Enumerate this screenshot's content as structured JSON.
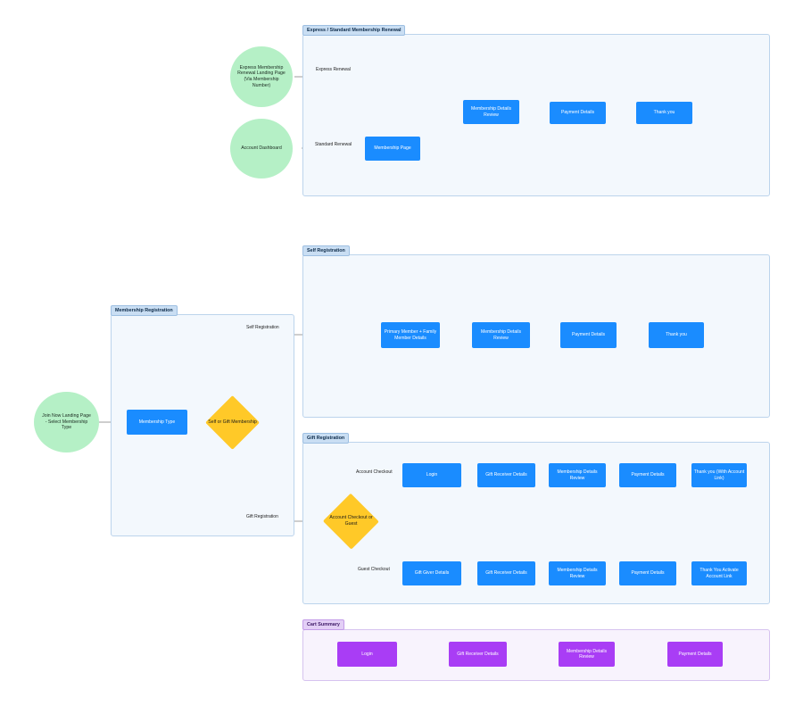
{
  "groups": {
    "express": "Express / Standard Membership Renewal",
    "self": "Self Registration",
    "membership": "Membership Registration",
    "gift": "Gift Registration",
    "cart": "Cart Summary"
  },
  "nodes": {
    "express_landing": "Express Membership Renewal Landing Page (Via Membership Number)",
    "account_dashboard": "Account Dashboard",
    "membership_page": "Membership Page",
    "renew_review": "Membership Details Review",
    "renew_payment": "Payment Details",
    "renew_thanks": "Thank you",
    "join_landing": "Join Now Landing Page - Select Membership Type",
    "membership_type": "Membership Type",
    "self_or_gift": "Self or Gift Membership",
    "self_primary": "Primary Member + Family Member Details",
    "self_review": "Membership Details Review",
    "self_payment": "Payment Details",
    "self_thanks": "Thank you",
    "gift_decision": "Account Checkout or Guest",
    "acct_login": "Login",
    "acct_receiver": "Gift Receiver Details",
    "acct_review": "Membership Details Review",
    "acct_payment": "Payment Details",
    "acct_thanks": "Thank you (With Account Link)",
    "guest_giver": "Gift Giver Details",
    "guest_receiver": "Gift Receiver Details",
    "guest_review": "Membership Details Review",
    "guest_payment": "Payment Details",
    "guest_thanks": "Thank You Activate Account Link",
    "cart_login": "Login",
    "cart_receiver": "Gift Receiver Details",
    "cart_review": "Membership Details Review",
    "cart_payment": "Payment Details"
  },
  "edge_labels": {
    "express_renewal": "Express Renewal",
    "standard_renewal": "Standard Renewal",
    "self_registration": "Self Registration",
    "gift_registration": "Gift Registration",
    "account_checkout": "Account Checkout",
    "guest_checkout": "Guest Checkout"
  },
  "colors": {
    "process": "#1a8cff",
    "start": "#b5f0c6",
    "decision": "#ffc928",
    "cart": "#a93df5",
    "connector": "#9e9e9e"
  }
}
